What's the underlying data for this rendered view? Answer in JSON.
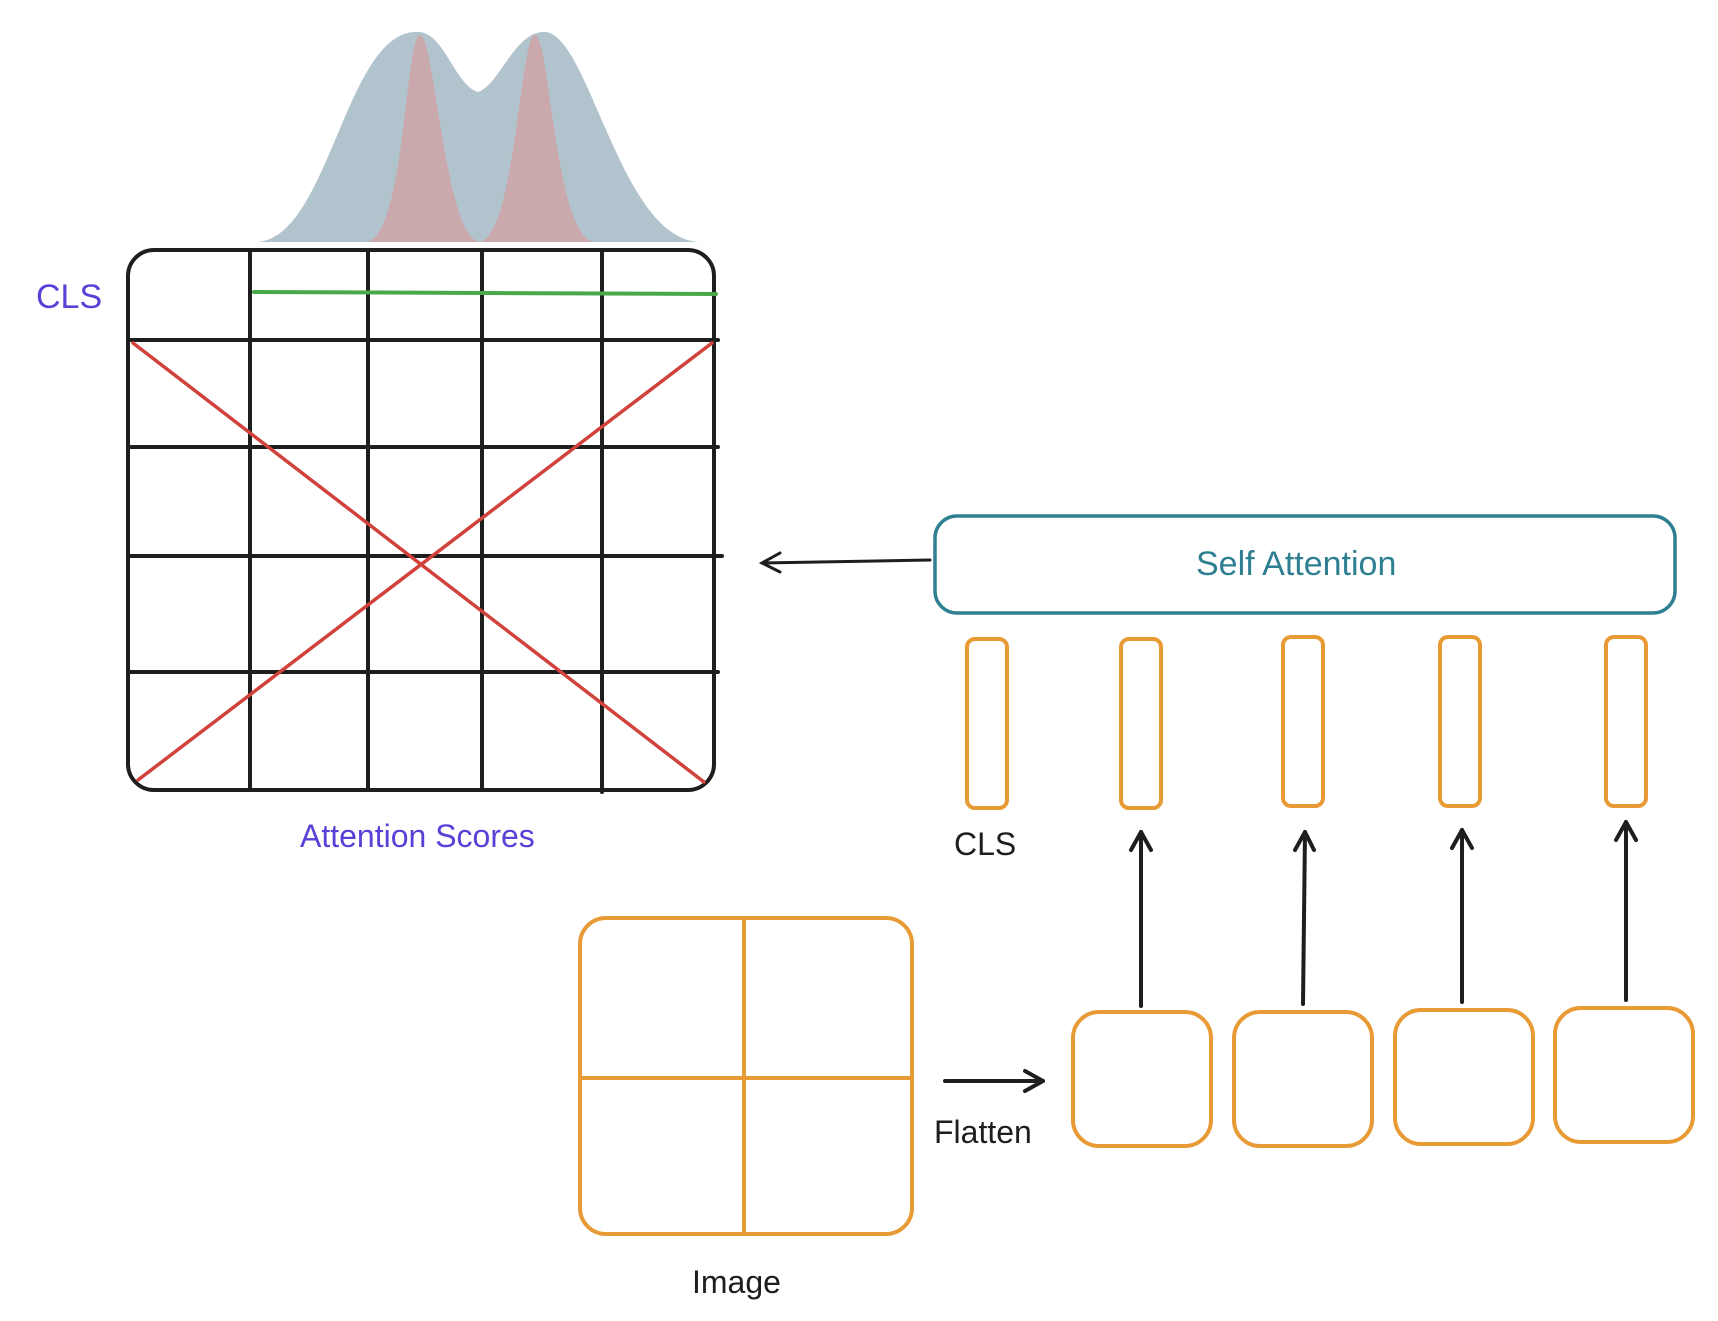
{
  "labels": {
    "cls_grid": "CLS",
    "attention_scores": "Attention Scores",
    "self_attention": "Self Attention",
    "cls_token": "CLS",
    "flatten": "Flatten",
    "image": "Image"
  },
  "colors": {
    "grid_stroke": "#1e1e1e",
    "cross_out": "#d0423a",
    "cls_row_line": "#4aa84a",
    "orange": "#e89a35",
    "teal": "#2e7f91",
    "purple": "#5b3fd6",
    "wide_curve": "#a9bcc6",
    "narrow_curve": "#cda6aa"
  },
  "grid": {
    "rows": 5,
    "cols": 5
  },
  "token_count": 5,
  "patch_count": 4
}
